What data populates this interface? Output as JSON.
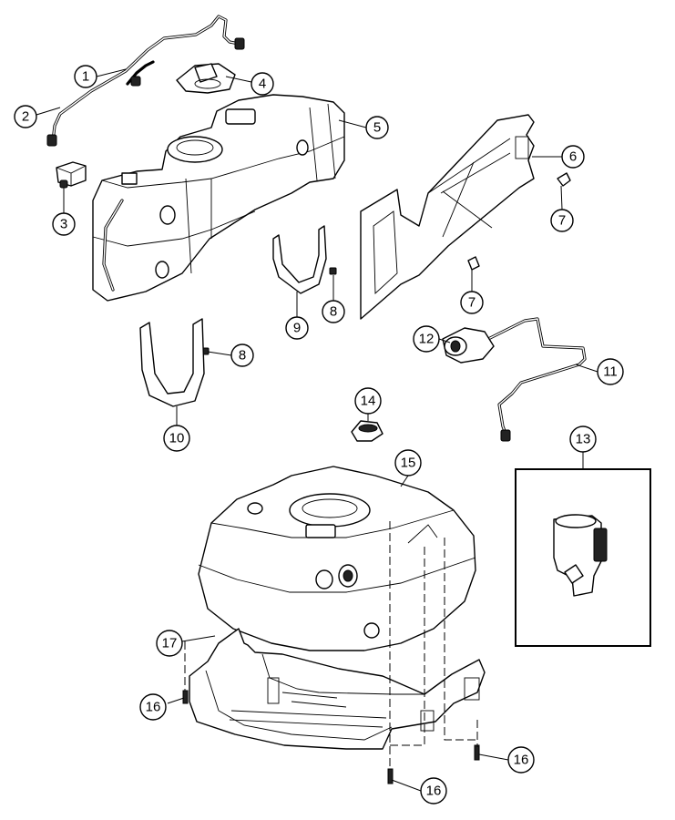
{
  "diagram": {
    "callouts": {
      "c1": "1",
      "c2": "2",
      "c3": "3",
      "c4": "4",
      "c5": "5",
      "c6": "6",
      "c7a": "7",
      "c7b": "7",
      "c8a": "8",
      "c8b": "8",
      "c9": "9",
      "c10": "10",
      "c11": "11",
      "c12": "12",
      "c13": "13",
      "c14": "14",
      "c15": "15",
      "c16a": "16",
      "c16b": "16",
      "c16c": "16",
      "c17": "17"
    }
  }
}
